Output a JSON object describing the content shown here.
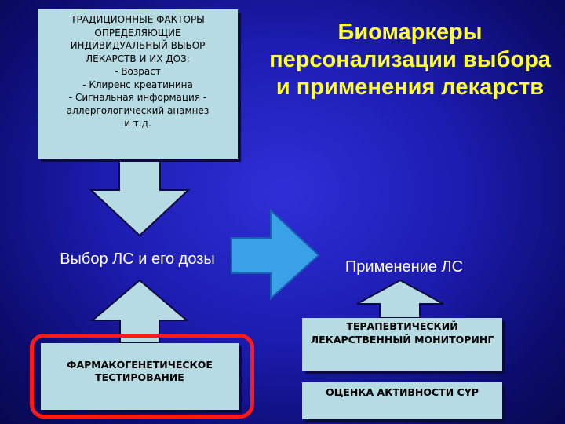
{
  "factors_box": {
    "lines": [
      "ТРАДИЦИОННЫЕ ФАКТОРЫ",
      "ОПРЕДЕЛЯЮЩИЕ",
      "ИНДИВИДУАЛЬНЫЙ ВЫБОР",
      "ЛЕКАРСТВ И ИХ ДОЗ:"
    ],
    "items": [
      "- Возраст",
      "- Клиренс креатинина",
      "- Сигнальная информация - аллергологический анамнез",
      "и т.д."
    ]
  },
  "title": "Биомаркеры персонализации выбора и применения лекарств",
  "choice_label": "Выбор ЛС и его дозы",
  "apply_label": "Применение ЛС",
  "pgx_box": "ФАРМАКОГЕНЕТИЧЕСКОЕ ТЕСТИРОВАНИЕ",
  "tdm_box": "ТЕРАПЕВТИЧЕСКИЙ ЛЕКАРСТВЕННЫЙ МОНИТОРИНГ",
  "cyp_box": "ОЦЕНКА АКТИВНОСТИ CYP",
  "colors": {
    "box_fill": "#b7dbe3",
    "title": "#ffff33",
    "highlight": "#ff1a1a",
    "arrow_fill": "#b7dbe3",
    "big_arrow": "#3aa0e8"
  }
}
